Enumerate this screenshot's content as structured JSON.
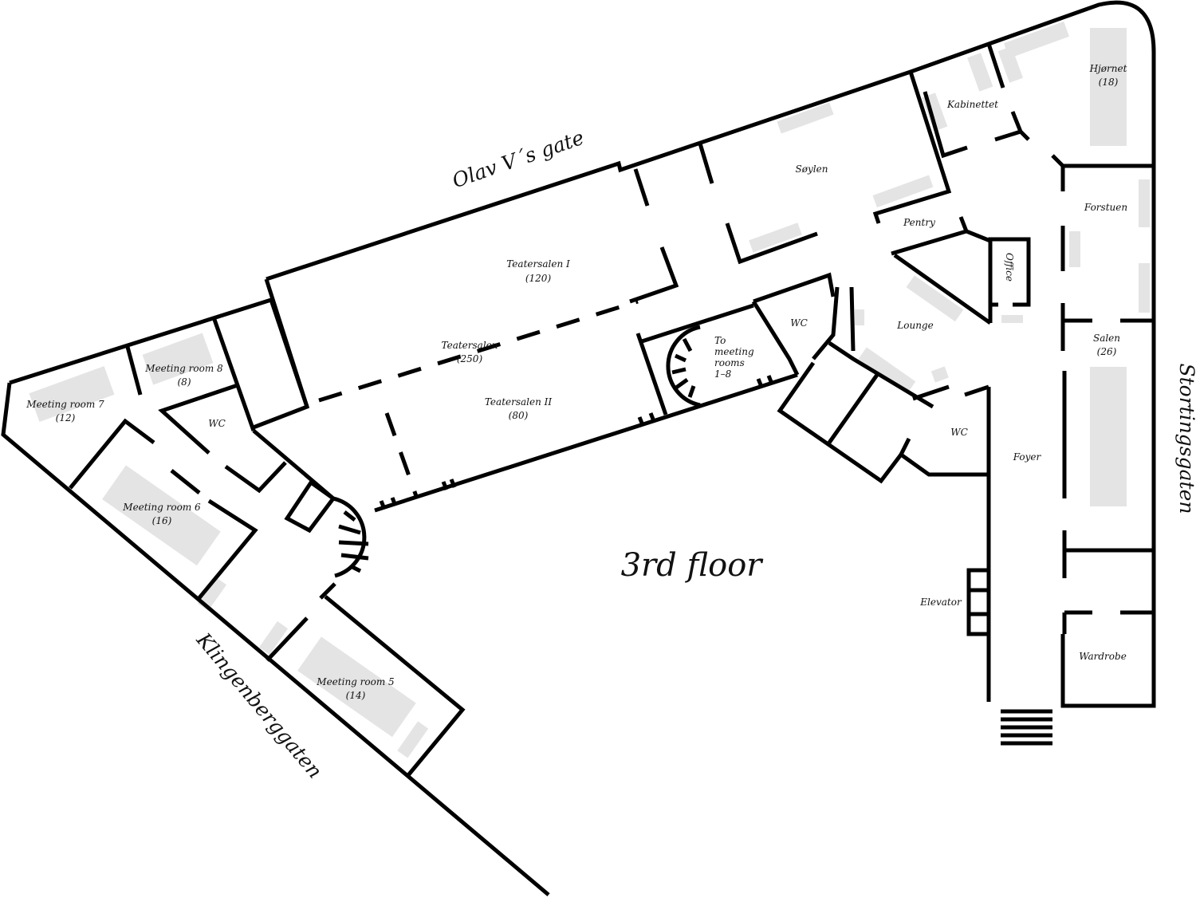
{
  "title": "3rd floor",
  "streets": {
    "top": "Olav V´s gate",
    "right": "Stortingsgaten",
    "left": "Klingenberggaten"
  },
  "rooms": {
    "hjornet": {
      "name": "Hjørnet",
      "capacity": "(18)"
    },
    "kabinettet": {
      "name": "Kabinettet"
    },
    "soylen": {
      "name": "Søylen"
    },
    "pentry": {
      "name": "Pentry"
    },
    "office": {
      "name": "Office"
    },
    "forstuen": {
      "name": "Forstuen"
    },
    "salen": {
      "name": "Salen",
      "capacity": "(26)"
    },
    "lounge": {
      "name": "Lounge"
    },
    "wc_center": {
      "name": "WC"
    },
    "wc_right": {
      "name": "WC"
    },
    "wc_left": {
      "name": "WC"
    },
    "foyer": {
      "name": "Foyer"
    },
    "elevator": {
      "name": "Elevator"
    },
    "wardrobe": {
      "name": "Wardrobe"
    },
    "teatersalen_1": {
      "name": "Teatersalen I",
      "capacity": "(120)"
    },
    "teatersalen": {
      "name": "Teatersalen",
      "capacity": "(250)"
    },
    "teatersalen_2": {
      "name": "Teatersalen II",
      "capacity": "(80)"
    },
    "stairs_note": {
      "line1": "To",
      "line2": "meeting",
      "line3": "rooms",
      "line4": "1–8"
    },
    "meeting_7": {
      "name": "Meeting room 7",
      "capacity": "(12)"
    },
    "meeting_8": {
      "name": "Meeting room 8",
      "capacity": "(8)"
    },
    "meeting_6": {
      "name": "Meeting room 6",
      "capacity": "(16)"
    },
    "meeting_5": {
      "name": "Meeting room 5",
      "capacity": "(14)"
    }
  },
  "colors": {
    "wall": "#000000",
    "furniture": "#e4e4e4"
  }
}
